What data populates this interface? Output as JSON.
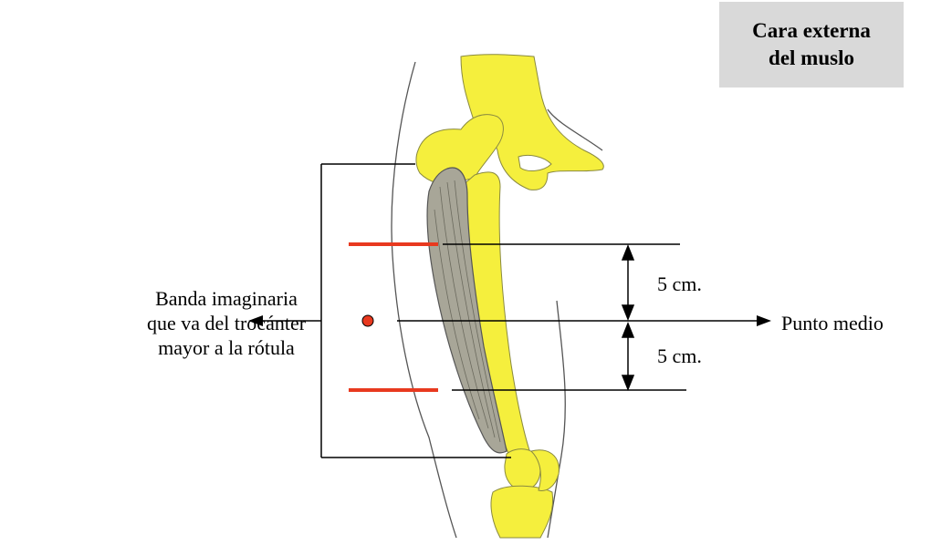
{
  "title": {
    "line1": "Cara externa",
    "line2": "del muslo"
  },
  "left_label": {
    "line1": "Banda imaginaria",
    "line2": "que va del trocánter",
    "line3": "mayor a la rótula"
  },
  "right_label": "Punto medio",
  "distance_top": "5 cm.",
  "distance_bottom": "5 cm.",
  "colors": {
    "bone": "#f5ef3d",
    "muscle": "#a8a698",
    "marker": "#e8391f",
    "line": "#000000",
    "title_bg": "#d9d9d9"
  }
}
